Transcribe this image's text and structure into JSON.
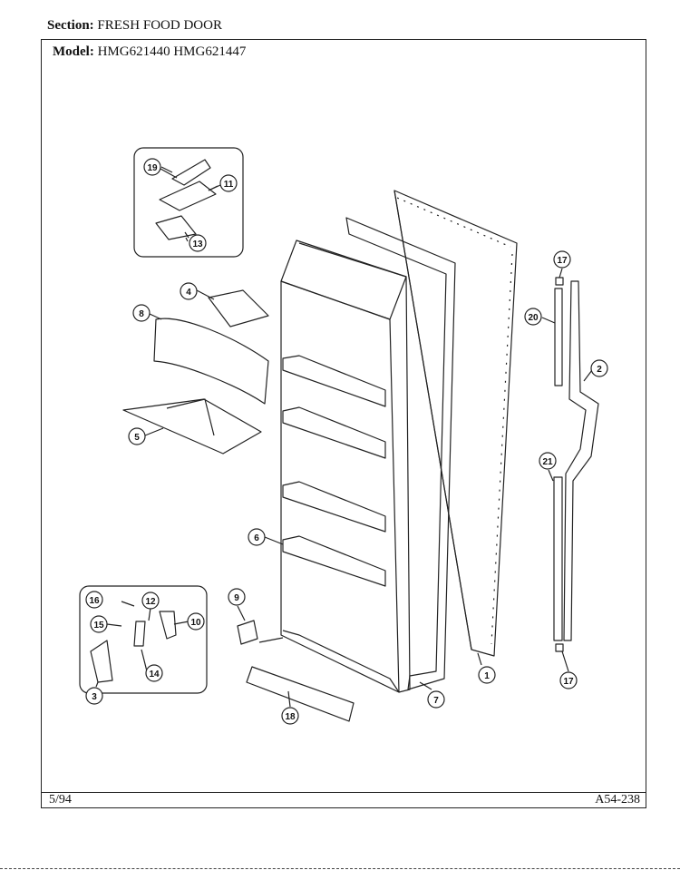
{
  "header": {
    "section_label": "Section:",
    "section_value": "FRESH FOOD DOOR",
    "model_label": "Model:",
    "model_value": "HMG621440  HMG621447"
  },
  "footer": {
    "date": "5/94",
    "code": "A54-238"
  },
  "callouts": [
    "19",
    "11",
    "13",
    "4",
    "8",
    "5",
    "6",
    "9",
    "16",
    "12",
    "15",
    "10",
    "14",
    "3",
    "18",
    "7",
    "1",
    "17",
    "20",
    "2",
    "21",
    "17"
  ]
}
